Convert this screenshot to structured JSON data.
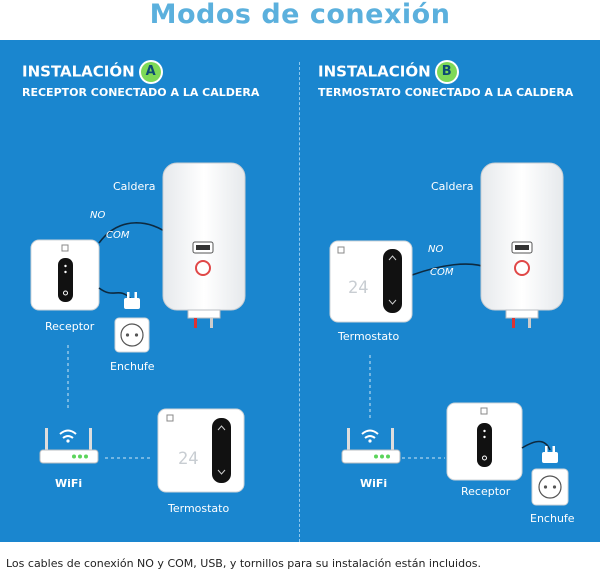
{
  "title": "Modos de conexión",
  "left": {
    "heading": "INSTALACIÓN",
    "badge": "A",
    "subheading": "RECEPTOR CONECTADO A LA CALDERA",
    "caldera": "Caldera",
    "no": "NO",
    "com": "COM",
    "receptor": "Receptor",
    "enchufe": "Enchufe",
    "wifi": "WiFi",
    "termostato": "Termostato",
    "display": "24"
  },
  "right": {
    "heading": "INSTALACIÓN",
    "badge": "B",
    "subheading": "TERMOSTATO CONECTADO A LA CALDERA",
    "caldera": "Caldera",
    "no": "NO",
    "com": "COM",
    "termostato": "Termostato",
    "wifi": "WiFi",
    "receptor": "Receptor",
    "enchufe": "Enchufe",
    "display": "24"
  },
  "footer": "Los cables de conexión NO y COM, USB, y tornillos para su instalación están incluidos.",
  "colors": {
    "panel": "#1a86cf",
    "title": "#5bb0dd",
    "badge": "#7ed957",
    "router_led": "#5bd45b"
  }
}
